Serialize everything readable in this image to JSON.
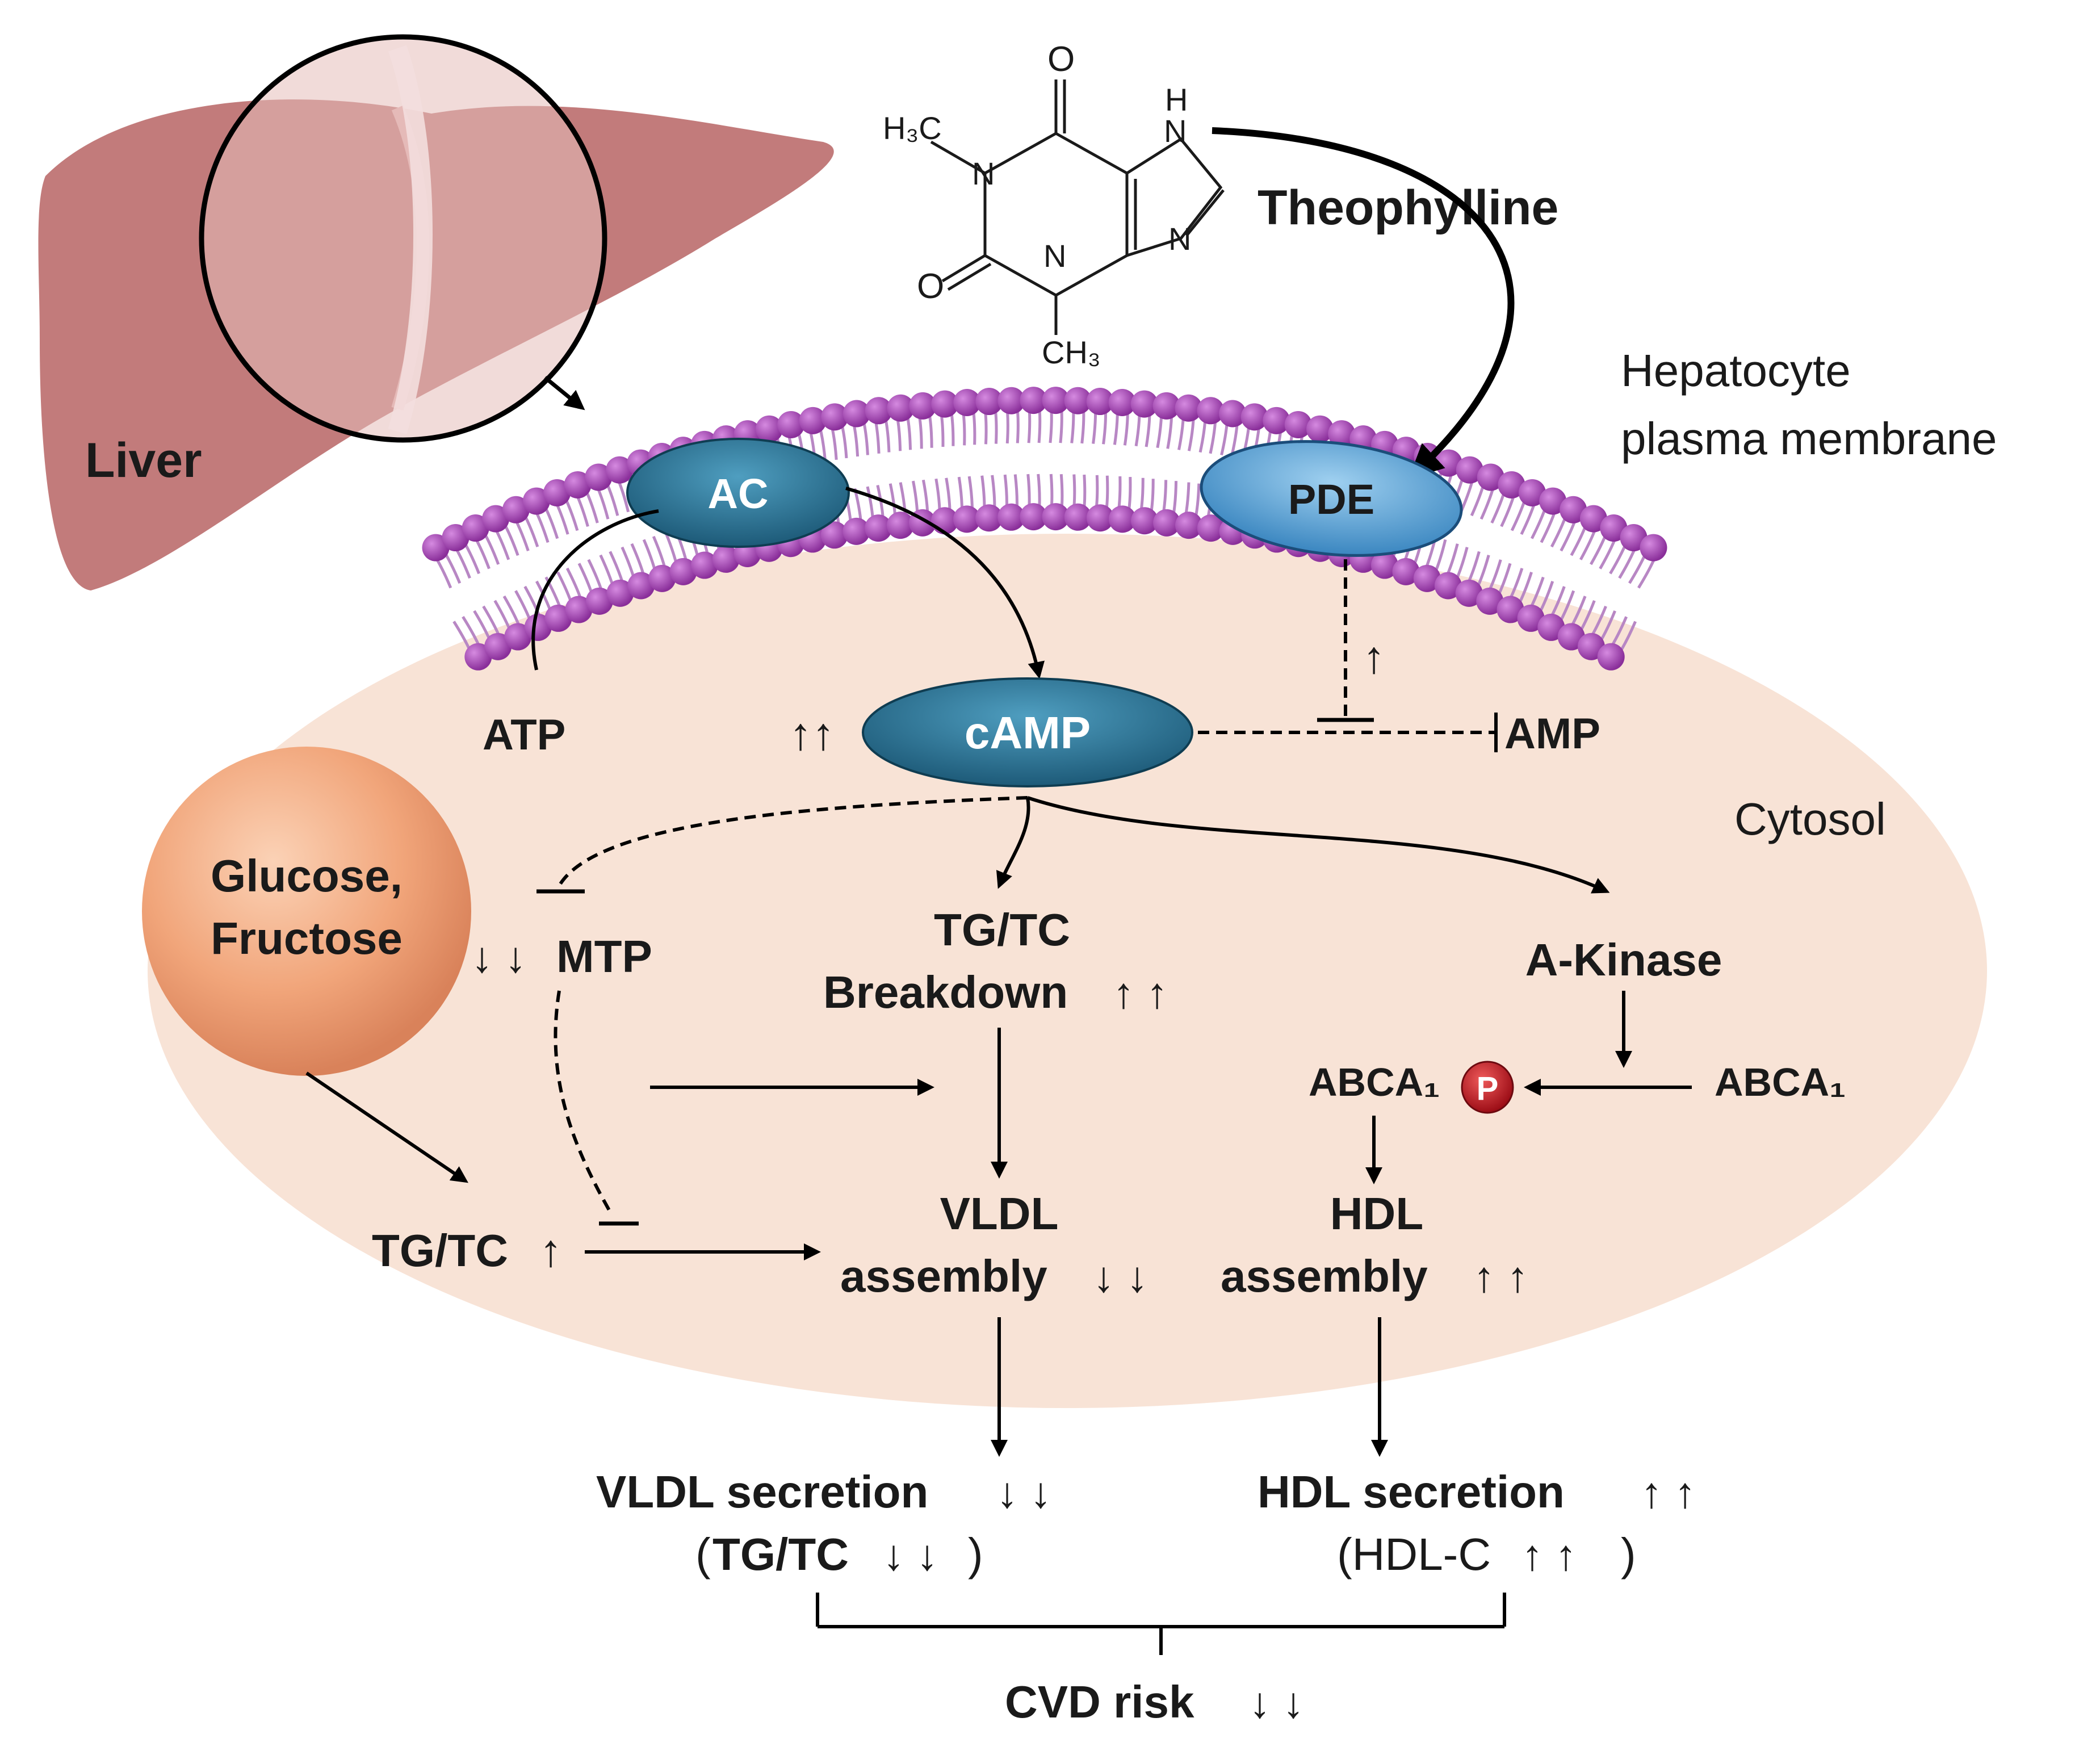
{
  "colors": {
    "cytosol": "#f8e3d6",
    "liver": "#c27b7b",
    "membrane_head": "#a347b3",
    "enzyme": "#27708f",
    "pde": "#4e9bd0",
    "glucose": "#f1a57a",
    "phospho": "#c1121f"
  },
  "liver": {
    "label": "Liver"
  },
  "molecule": {
    "o_top": "O",
    "o_left": "O",
    "h3c": "H₃C",
    "n1": "N",
    "n3": "N",
    "nh_n": "N",
    "nh_h": "H",
    "n9": "N",
    "ch3": "CH₃",
    "name": "Theophylline"
  },
  "membrane": {
    "line1": "Hepatocyte",
    "line2": "plasma membrane"
  },
  "cytosol_label": "Cytosol",
  "nodes": {
    "ac": "AC",
    "pde": "PDE",
    "camp": "cAMP",
    "camp_arrows": "↑↑",
    "atp": "ATP",
    "amp": "AMP",
    "amp_arrow": "↑",
    "glucose_line1": "Glucose,",
    "glucose_line2": "Fructose",
    "mtp": "MTP",
    "mtp_arrows": "↓ ↓",
    "tgtc_break_line1": "TG/TC",
    "tgtc_break_line2": "Breakdown",
    "tgtc_break_arrows": "↑ ↑",
    "akinase": "A-Kinase",
    "abca1_left": "ABCA₁",
    "abca1_right": "ABCA₁",
    "p": "P",
    "tgtc": "TG/TC",
    "tgtc_arrow": "↑",
    "vldl_line1": "VLDL",
    "vldl_line2": "assembly",
    "vldl_arrows": "↓ ↓",
    "hdl_line1": "HDL",
    "hdl_line2": "assembly",
    "hdl_arrows": "↑ ↑"
  },
  "outcomes": {
    "vldl_sec": "VLDL secretion",
    "vldl_sec_arrows": "↓ ↓",
    "vldl_paren_open": "(",
    "vldl_paren_text": "TG/TC",
    "vldl_paren_arrows": "↓ ↓",
    "vldl_paren_close": ")",
    "hdl_sec": "HDL  secretion",
    "hdl_sec_arrows": "↑ ↑",
    "hdl_paren": "(HDL-C",
    "hdl_paren_arrows": "↑ ↑",
    "hdl_paren_close": ")",
    "cvd": "CVD risk",
    "cvd_arrows": "↓ ↓"
  }
}
